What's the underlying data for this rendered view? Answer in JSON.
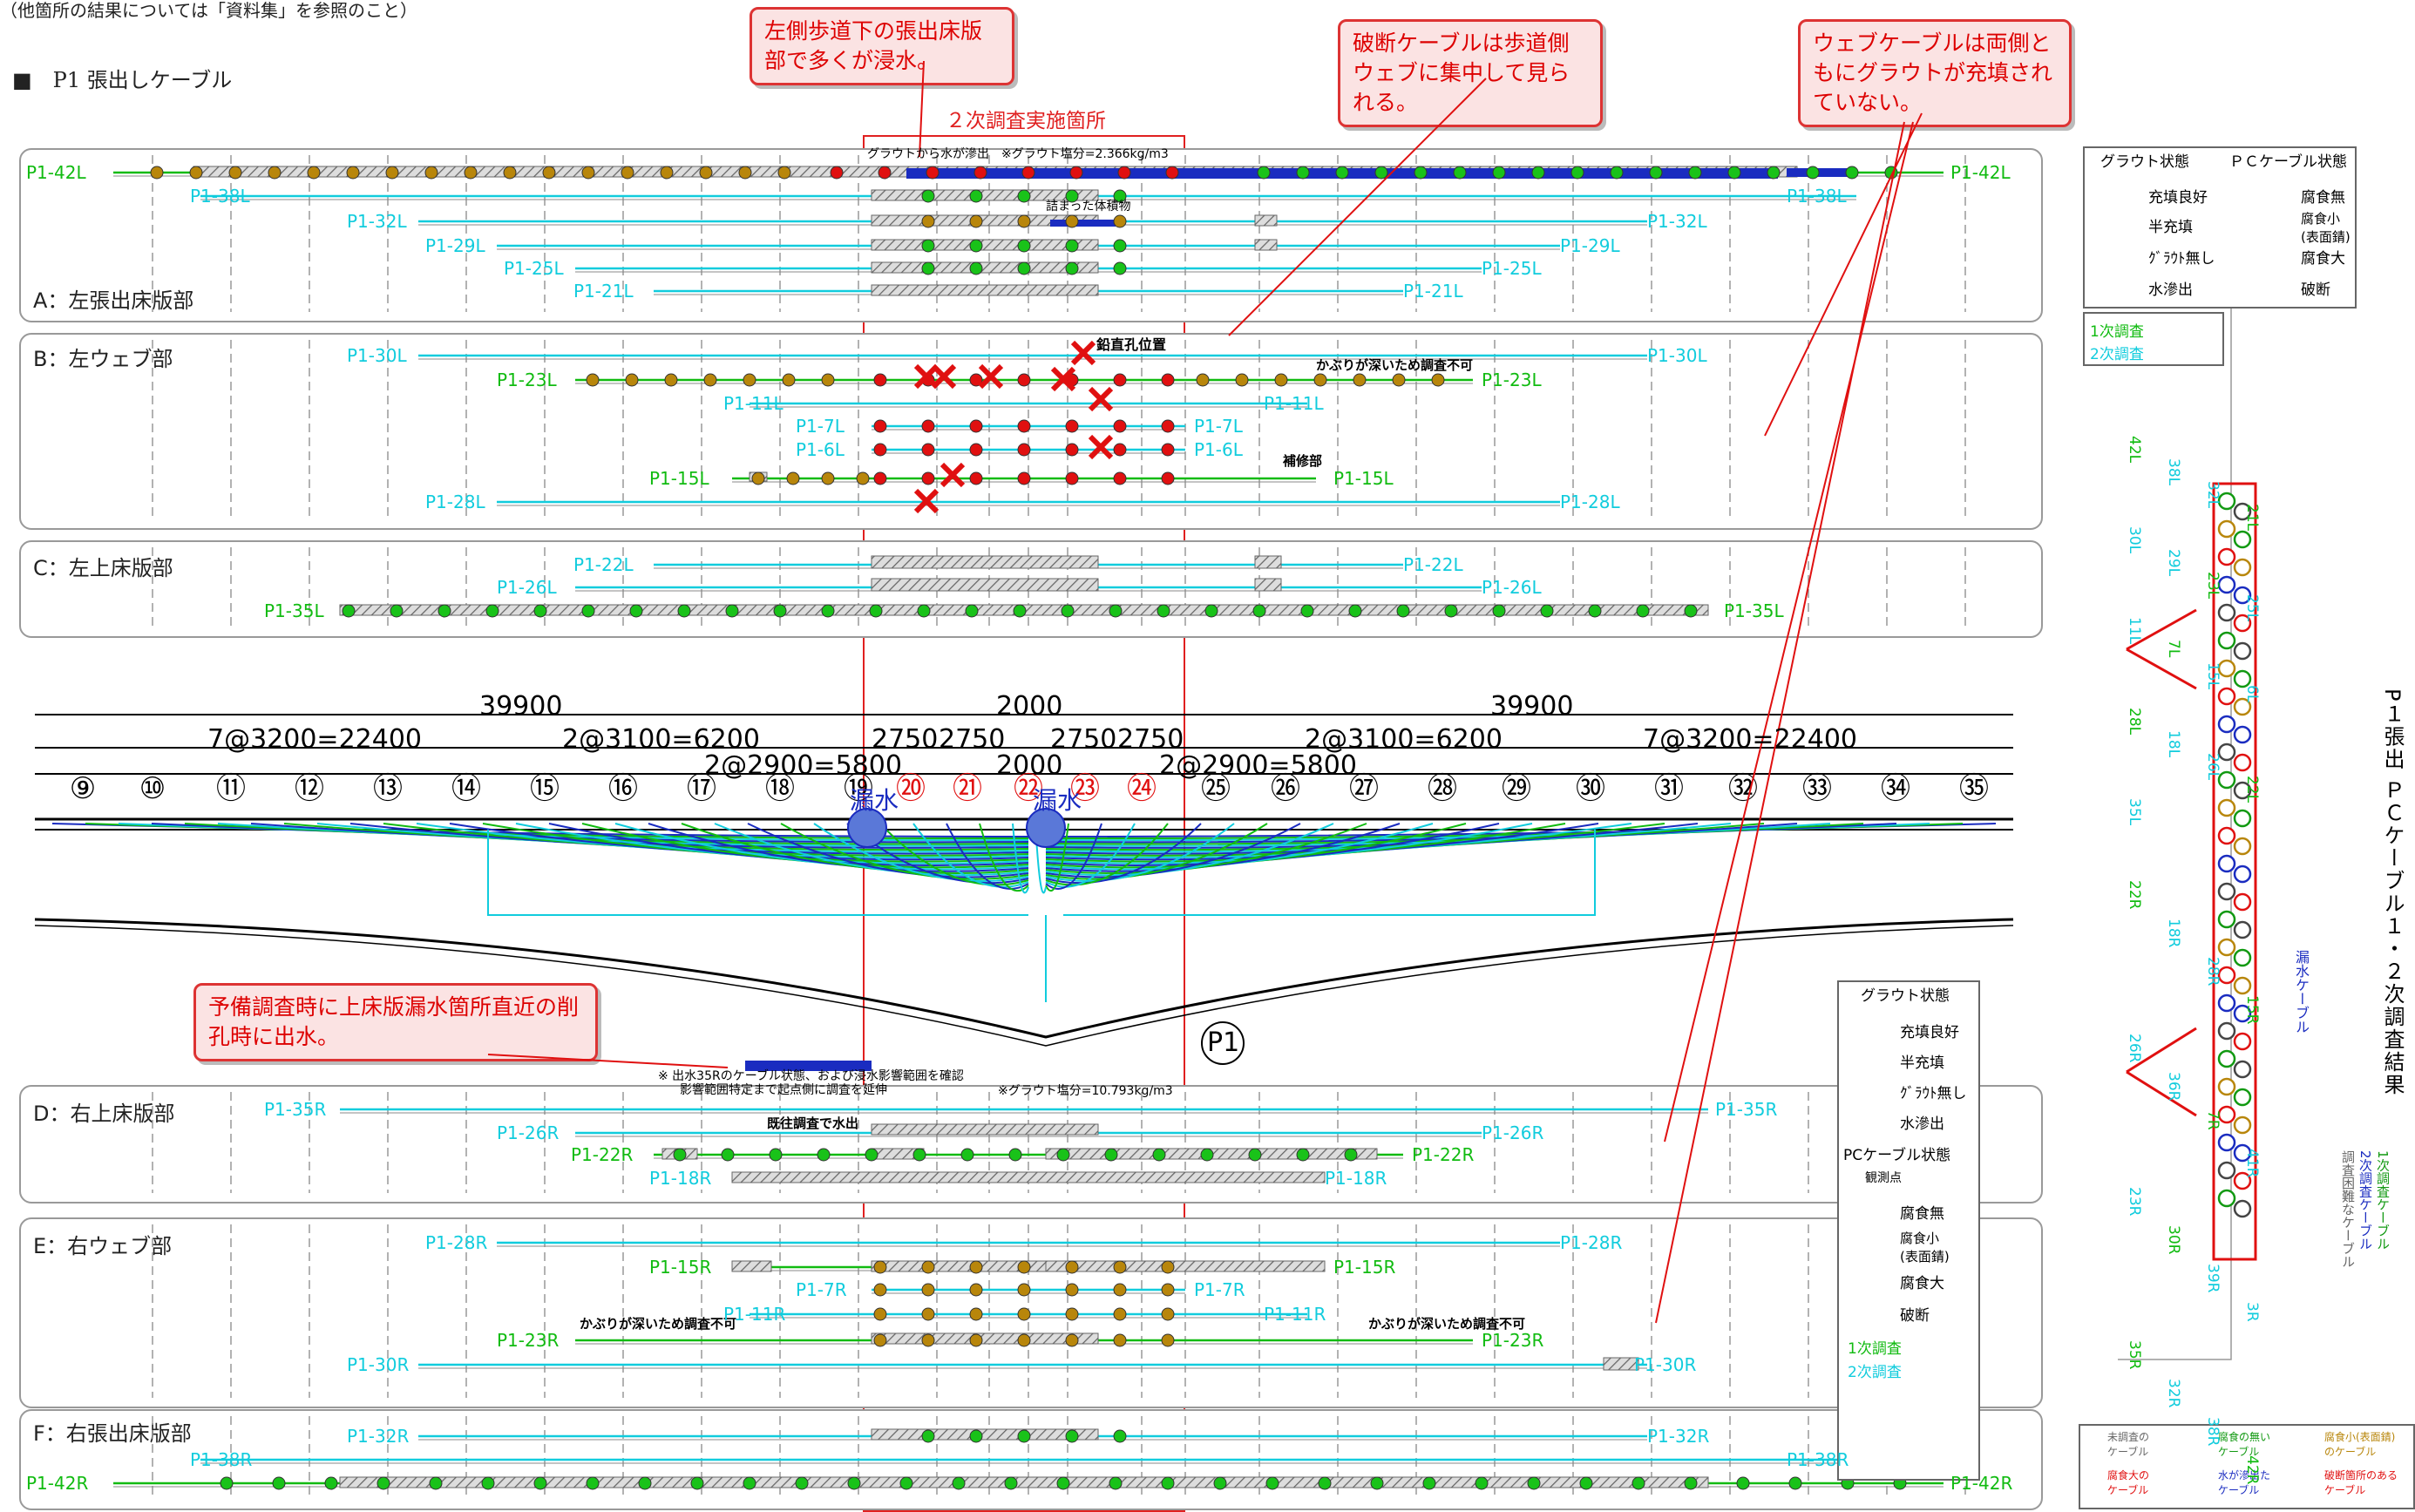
{
  "page": {
    "note": "（他箇所の結果については「資料集」を参照のこと）",
    "heading": "■　P1 張出しケーブル",
    "survey_area_label": "２次調査実施箇所",
    "side_title": "P１張出 ＰＣケーブル１・２次調査結果"
  },
  "callouts": [
    {
      "id": "leak",
      "text": "左側歩道下の張出床版部で多くが浸水。"
    },
    {
      "id": "break",
      "text": "破断ケーブルは歩道側ウェブに集中して見られる。"
    },
    {
      "id": "web",
      "text": "ウェブケーブルは両側ともにグラウトが充填されていない。"
    },
    {
      "id": "pre",
      "text": "予備調査時に上床版漏水箇所直近の削孔時に出水。"
    }
  ],
  "sections": [
    {
      "id": "A",
      "title": "A：左張出床版部"
    },
    {
      "id": "B",
      "title": "B：左ウェブ部"
    },
    {
      "id": "C",
      "title": "C：左上床版部"
    },
    {
      "id": "D",
      "title": "D：右上床版部"
    },
    {
      "id": "E",
      "title": "E：右ウェブ部"
    },
    {
      "id": "F",
      "title": "F：右張出床版部"
    }
  ],
  "cables": {
    "A": [
      {
        "name": "P1-42L",
        "left": "P1-42L",
        "right": "P1-42L"
      },
      {
        "name": "P1-38L",
        "left": "P1-38L",
        "right": "P1-38L"
      },
      {
        "name": "P1-32L",
        "left": "P1-32L",
        "right": "P1-32L"
      },
      {
        "name": "P1-29L",
        "left": "P1-29L",
        "right": "P1-29L"
      },
      {
        "name": "P1-25L",
        "left": "P1-25L",
        "right": "P1-25L"
      },
      {
        "name": "P1-21L",
        "left": "P1-21L",
        "right": "P1-21L"
      }
    ],
    "B": [
      {
        "name": "P1-30L",
        "left": "P1-30L",
        "right": "P1-30L"
      },
      {
        "name": "P1-23L",
        "left": "P1-23L",
        "right": "P1-23L"
      },
      {
        "name": "P1-11L",
        "left": "P1-11L",
        "right": "P1-11L"
      },
      {
        "name": "P1-7L",
        "left": "P1-7L",
        "right": "P1-7L"
      },
      {
        "name": "P1-6L",
        "left": "P1-6L",
        "right": "P1-6L"
      },
      {
        "name": "P1-15L",
        "left": "P1-15L",
        "right": "P1-15L"
      },
      {
        "name": "P1-28L",
        "left": "P1-28L",
        "right": "P1-28L"
      }
    ],
    "C": [
      {
        "name": "P1-22L",
        "left": "P1-22L",
        "right": "P1-22L"
      },
      {
        "name": "P1-26L",
        "left": "P1-26L",
        "right": "P1-26L"
      },
      {
        "name": "P1-35L",
        "left": "P1-35L",
        "right": "P1-35L"
      }
    ],
    "D": [
      {
        "name": "P1-35R",
        "left": "P1-35R",
        "right": "P1-35R"
      },
      {
        "name": "P1-26R",
        "left": "P1-26R",
        "right": "P1-26R"
      },
      {
        "name": "P1-22R",
        "left": "P1-22R",
        "right": "P1-22R"
      },
      {
        "name": "P1-18R",
        "left": "P1-18R",
        "right": "P1-18R"
      }
    ],
    "E": [
      {
        "name": "P1-28R",
        "left": "P1-28R",
        "right": "P1-28R"
      },
      {
        "name": "P1-15R",
        "left": "P1-15R",
        "right": "P1-15R"
      },
      {
        "name": "P1-7R",
        "left": "P1-7R",
        "right": "P1-7R"
      },
      {
        "name": "P1-11R",
        "left": "P1-11R",
        "right": "P1-11R"
      },
      {
        "name": "P1-23R",
        "left": "P1-23R",
        "right": "P1-23R"
      },
      {
        "name": "P1-30R",
        "left": "P1-30R",
        "right": "P1-30R"
      }
    ],
    "F": [
      {
        "name": "P1-32R",
        "left": "P1-32R",
        "right": "P1-32R"
      },
      {
        "name": "P1-38R",
        "left": "P1-38R",
        "right": "P1-38R"
      },
      {
        "name": "P1-42R",
        "left": "P1-42R",
        "right": "P1-42R"
      }
    ]
  },
  "annotations": {
    "a_grout": "グラウトから水が滲出　※グラウト塩分=2.366kg/m3",
    "a_stuck": "詰まった体積物",
    "b_hole": "鉛直孔位置",
    "b_cover": "かぶりが深いため調査不可",
    "b_repair": "補修部",
    "break": "破断",
    "d_note1": "※ 出水35Rのケーブル状態、および浸水影響範囲を確認",
    "d_note2": "影響範囲特定まで起点側に調査を延伸",
    "d_grout": "※グラウト塩分=10.793kg/m3",
    "d_existing": "既往調査で水出",
    "e_cover": "かぶりが深いため調査不可",
    "leak": "漏水",
    "p1": "P1"
  },
  "dimensions": {
    "top": [
      "39900",
      "2000",
      "39900"
    ],
    "mid": [
      "7@3200=22400",
      "2@3100=6200",
      "2750",
      "2750",
      "2750",
      "2750",
      "2@3100=6200",
      "7@3200=22400"
    ],
    "low": [
      "2@2900=5800",
      "2000",
      "2@2900=5800"
    ]
  },
  "segments": [
    "⑨",
    "⑩",
    "⑪",
    "⑫",
    "⑬",
    "⑭",
    "⑮",
    "⑯",
    "⑰",
    "⑱",
    "⑲",
    "⑳",
    "㉑",
    "㉒",
    "㉓",
    "㉔",
    "㉕",
    "㉖",
    "㉗",
    "㉘",
    "㉙",
    "㉚",
    "㉛",
    "㉜",
    "㉝",
    "㉞",
    "㉟"
  ],
  "legend_top": {
    "grout_title": "グラウト状態",
    "grout_items": [
      "充填良好",
      "半充填",
      "ｸﾞﾗｳﾄ無し",
      "水滲出"
    ],
    "pc_title": "ＰＣケーブル状態",
    "pc_items": [
      "腐食無",
      "腐食小\n(表面錆)",
      "腐食大",
      "破断"
    ],
    "survey": [
      "1次調査",
      "2次調査"
    ]
  },
  "legend_mid": {
    "grout_title": "グラウト状態",
    "grout_items": [
      "充填良好",
      "半充填",
      "ｸﾞﾗｳﾄ無し",
      "水滲出"
    ],
    "pc_title": "PCケーブル状態",
    "measure": "観測点",
    "pc_items": [
      "腐食無",
      "腐食小\n(表面錆)",
      "腐食大",
      "破断"
    ],
    "survey": [
      "1次調査",
      "2次調査"
    ]
  },
  "legend_bottom": [
    "未調査の\nケーブル",
    "腐食の無い\nケーブル",
    "腐食小(表面錆)\nのケーブル",
    "腐食大の\nケーブル",
    "水が滲出た\nケーブル",
    "破断箇所のある\nケーブル"
  ],
  "section_view": {
    "labels_top": [
      "42L",
      "38L",
      "32L",
      "21L",
      "30L",
      "29L",
      "23L",
      "25L",
      "11L",
      "7L",
      "15L",
      "6L",
      "28L",
      "18L",
      "26L",
      "22L",
      "35L"
    ],
    "labels_bottom": [
      "22R",
      "18R",
      "28R",
      "15R",
      "26R",
      "36R",
      "7R",
      "41R",
      "23R",
      "30R",
      "39R",
      "3R",
      "35R",
      "32R",
      "38R",
      "42R"
    ],
    "side_legend": [
      "1次調査ケーブル",
      "2次調査ケーブル",
      "調査困難なケーブル"
    ],
    "leak_cable": "漏水ケーブル"
  },
  "colors": {
    "good": "#19c219",
    "minor": "#b8860b",
    "major": "#e01010",
    "leak": "#1a2cc0",
    "first": "#11bb11",
    "second": "#11ccdd",
    "frame": "#e02020"
  }
}
